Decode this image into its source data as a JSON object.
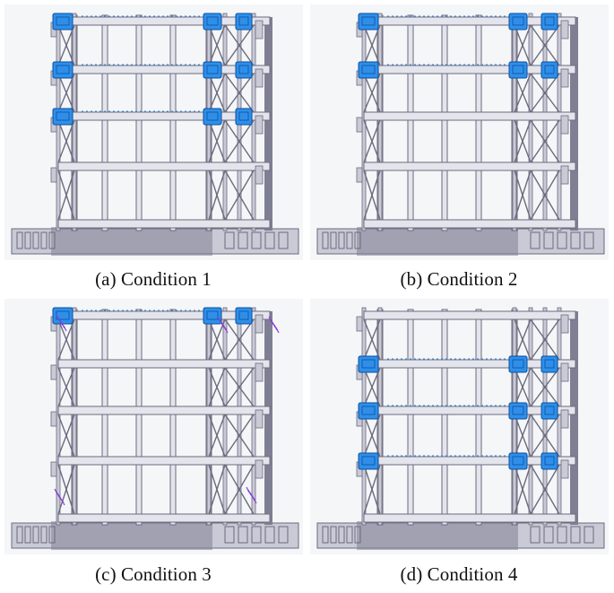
{
  "panels": [
    {
      "id": "a",
      "caption": "(a) Condition 1",
      "dampers_on_floors": [
        1,
        2,
        3
      ],
      "overload_marks": false
    },
    {
      "id": "b",
      "caption": "(b) Condition 2",
      "dampers_on_floors": [
        1,
        2
      ],
      "overload_marks": false
    },
    {
      "id": "c",
      "caption": "(c) Condition 3",
      "dampers_on_floors": [
        1
      ],
      "overload_marks": true
    },
    {
      "id": "d",
      "caption": "(d) Condition 4",
      "dampers_on_floors": [
        2,
        3,
        4
      ],
      "overload_marks": false
    }
  ],
  "colors": {
    "frame_light": "#e4e5ec",
    "frame_mid": "#c9cad6",
    "frame_dark": "#6b6b7e",
    "column_dark": "#7f7f93",
    "damper_blue": "#2f8fe8",
    "damper_dark": "#0a4fa3",
    "overload_purple": "#8a3bd8",
    "background": "#f4f6f8"
  }
}
